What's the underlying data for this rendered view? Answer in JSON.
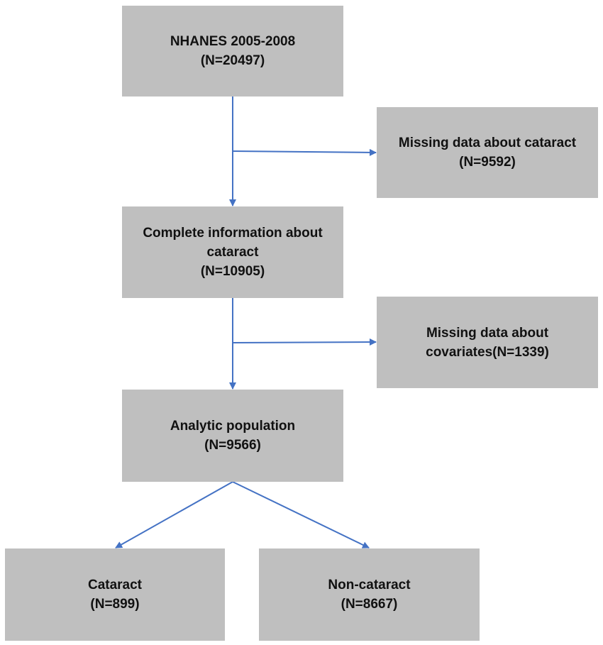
{
  "boxes": {
    "start": {
      "line1": "NHANES 2005-2008",
      "line2": "(N=20497)"
    },
    "excl_cataract": {
      "line1": "Missing data about cataract",
      "line2": "(N=9592)"
    },
    "complete": {
      "line1": "Complete information about",
      "line2": "cataract",
      "line3": "(N=10905)"
    },
    "excl_covariates": {
      "line1": "Missing data about",
      "line2": "covariates(N=1339)"
    },
    "analytic": {
      "line1": "Analytic population",
      "line2": "(N=9566)"
    },
    "cataract": {
      "line1": "Cataract",
      "line2": "(N=899)"
    },
    "non_cataract": {
      "line1": "Non-cataract",
      "line2": "(N=8667)"
    }
  },
  "colors": {
    "box_fill": "#bfbfbf",
    "arrow": "#4472c4",
    "text": "#111111"
  }
}
